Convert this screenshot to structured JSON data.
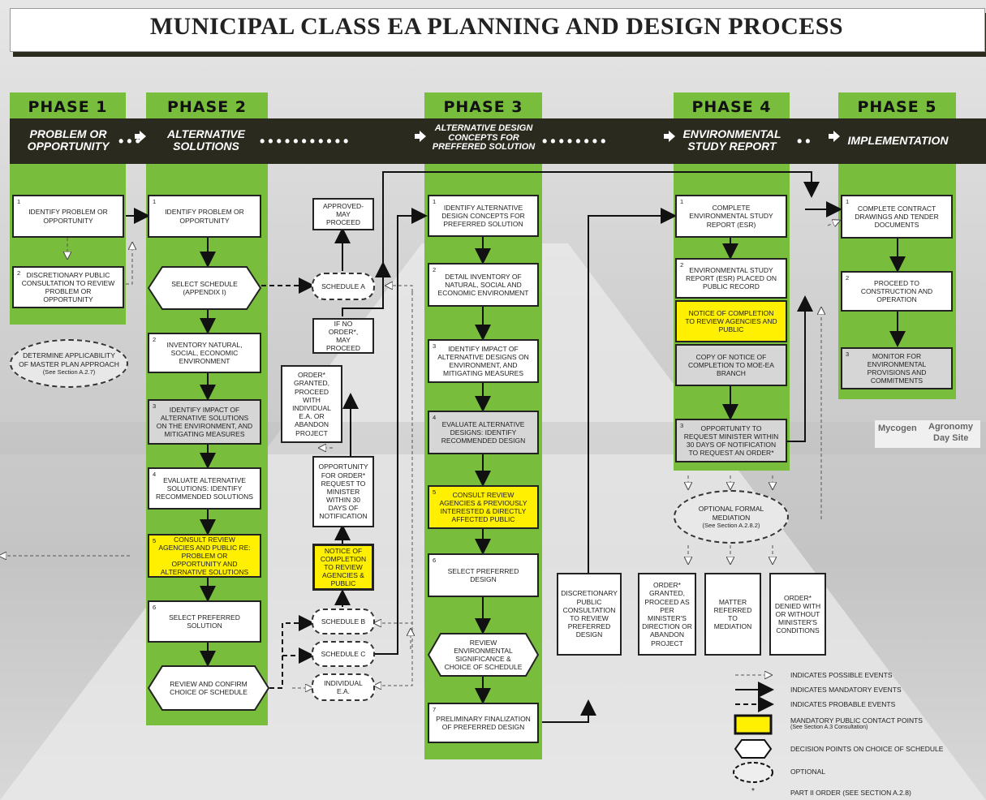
{
  "title": "MUNICIPAL CLASS EA PLANNING AND DESIGN PROCESS",
  "phases": [
    {
      "label": "PHASE 1",
      "band": [
        "PROBLEM OR",
        "OPPORTUNITY"
      ]
    },
    {
      "label": "PHASE 2",
      "band": [
        "ALTERNATIVE",
        "SOLUTIONS"
      ]
    },
    {
      "label": "PHASE 3",
      "band": [
        "ALTERNATIVE DESIGN",
        "CONCEPTS FOR",
        "PREFFERED SOLUTION"
      ]
    },
    {
      "label": "PHASE 4",
      "band": [
        "ENVIRONMENTAL",
        "STUDY REPORT"
      ]
    },
    {
      "label": "PHASE 5",
      "band": [
        "IMPLEMENTATION"
      ]
    }
  ],
  "dots": {
    "d1": "•••",
    "d2": "•••••••••••",
    "d3": "••••••••",
    "d4": "••"
  },
  "p1": {
    "b1": {
      "num": "1",
      "text": "IDENTIFY PROBLEM OR OPPORTUNITY"
    },
    "b2": {
      "num": "2",
      "text": "DISCRETIONARY PUBLIC CONSULTATION TO REVIEW PROBLEM OR OPPORTUNITY"
    },
    "oval": {
      "text": "DETERMINE APPLICABILITY OF MASTER PLAN APPROACH",
      "note": "(See Section A.2.7)"
    }
  },
  "p2": {
    "b1": {
      "num": "1",
      "text": "IDENTIFY PROBLEM OR OPPORTUNITY"
    },
    "hex1": "SELECT SCHEDULE (APPENDIX I)",
    "b2": {
      "num": "2",
      "text": "INVENTORY NATURAL, SOCIAL, ECONOMIC ENVIRONMENT"
    },
    "b3": {
      "num": "3",
      "text": "IDENTIFY IMPACT OF ALTERNATIVE SOLUTIONS ON THE ENVIRONMENT, AND MITIGATING MEASURES"
    },
    "b4": {
      "num": "4",
      "text": "EVALUATE ALTERNATIVE SOLUTIONS: IDENTIFY RECOMMENDED SOLUTIONS"
    },
    "b5": {
      "num": "5",
      "text": "CONSULT REVIEW AGENCIES AND PUBLIC re: PROBLEM OR OPPORTUNITY AND ALTERNATIVE SOLUTIONS"
    },
    "b6": {
      "num": "6",
      "text": "SELECT PREFERRED SOLUTION"
    },
    "hex2": "REVIEW AND CONFIRM CHOICE OF SCHEDULE"
  },
  "mid": {
    "approved": "APPROVED- MAY PROCEED",
    "schedA": "SCHEDULE A",
    "ifno": "IF NO ORDER*, MAY PROCEED",
    "granted": "ORDER* GRANTED, PROCEED WITH INDIVIDUAL E.A. OR ABANDON PROJECT",
    "opportunity": "OPPORTUNITY FOR ORDER* REQUEST TO MINISTER WITHIN 30 DAYS OF NOTIFICATION",
    "notice": "NOTICE OF COMPLETION TO REVIEW AGENCIES & PUBLIC",
    "schedB": "SCHEDULE B",
    "schedC": "SCHEDULE C",
    "indiv": "INDIVIDUAL E.A."
  },
  "p3": {
    "b1": {
      "num": "1",
      "text": "IDENTIFY ALTERNATIVE DESIGN CONCEPTS FOR PREFERRED SOLUTION"
    },
    "b2": {
      "num": "2",
      "text": "DETAIL INVENTORY OF NATURAL, SOCIAL AND ECONOMIC ENVIRONMENT"
    },
    "b3": {
      "num": "3",
      "text": "IDENTIFY IMPACT OF ALTERNATIVE DESIGNS ON ENVIRONMENT, AND MITIGATING MEASURES"
    },
    "b4": {
      "num": "4",
      "text": "EVALUATE ALTERNATIVE DESIGNS: IDENTIFY RECOMMENDED DESIGN"
    },
    "b5": {
      "num": "5",
      "text": "CONSULT REVIEW AGENCIES & PREVIOUSLY INTERESTED & DIRECTLY AFFECTED PUBLIC"
    },
    "b6": {
      "num": "6",
      "text": "SELECT PREFERRED DESIGN"
    },
    "hex": "REVIEW ENVIRONMENTAL SIGNIFICANCE & CHOICE OF SCHEDULE",
    "b7": {
      "num": "7",
      "text": "PRELIMINARY FINALIZATION OF PREFERRED DESIGN"
    }
  },
  "disc": "DISCRETIONARY PUBLIC CONSULTATION TO REVIEW PREFERRED DESIGN",
  "p4": {
    "b1": {
      "num": "1",
      "text": "COMPLETE ENVIRONMENTAL STUDY REPORT (ESR)"
    },
    "b2": {
      "num": "2",
      "text": "ENVIRONMENTAL STUDY REPORT (ESR) PLACED ON PUBLIC RECORD"
    },
    "notice": "NOTICE OF COMPLETION TO REVIEW AGENCIES AND PUBLIC",
    "copy": "COPY OF NOTICE OF COMPLETION TO MOE-EA BRANCH",
    "b3": {
      "num": "3",
      "text": "OPPORTUNITY TO REQUEST MINISTER WITHIN 30 DAYS OF NOTIFICATION TO REQUEST AN ORDER*"
    },
    "oval": {
      "text": "OPTIONAL FORMAL MEDIATION",
      "note": "(See Section A.2.8.2)"
    },
    "o1": "ORDER* GRANTED, PROCEED AS PER MINISTER'S DIRECTION OR ABANDON PROJECT",
    "o2": "MATTER REFERRED TO MEDIATION",
    "o3": "ORDER* DENIED WITH OR WITHOUT MINISTER'S CONDITIONS"
  },
  "p5": {
    "b1": {
      "num": "1",
      "text": "COMPLETE CONTRACT DRAWINGS AND TENDER DOCUMENTS"
    },
    "b2": {
      "num": "2",
      "text": "PROCEED TO CONSTRUCTION AND OPERATION"
    },
    "b3": {
      "num": "3",
      "text": "MONITOR FOR ENVIRONMENTAL PROVISIONS AND COMMITMENTS"
    }
  },
  "legend": {
    "possible": "INDICATES POSSIBLE EVENTS",
    "mandatory": "INDICATES MANDATORY EVENTS",
    "probable": "INDICATES PROBABLE EVENTS",
    "contact": "MANDATORY PUBLIC CONTACT POINTS",
    "contact_note": "(See Section A.3 Consultation)",
    "decision": "DECISION POINTS ON CHOICE OF SCHEDULE",
    "optional": "OPTIONAL",
    "star": "*",
    "order": "PART II ORDER (See Section A.2.8)"
  },
  "sign": {
    "l1": "Mycogen",
    "l2": "Agronomy",
    "l3": "Day Site"
  }
}
